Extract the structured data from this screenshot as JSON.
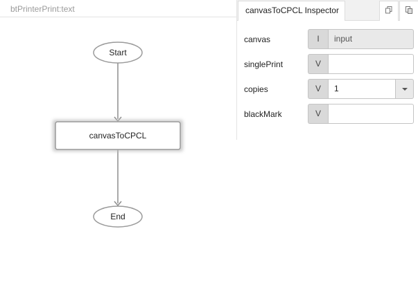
{
  "flow": {
    "title": "btPrinterPrint:text",
    "nodes": {
      "start": "Start",
      "action": "canvasToCPCL",
      "end": "End"
    }
  },
  "inspector": {
    "tab_title": "canvasToCPCL Inspector",
    "icons": {
      "copy": "copy-icon",
      "paste": "paste-icon"
    },
    "rows": [
      {
        "label": "canvas",
        "type": "I",
        "value": "input"
      },
      {
        "label": "singlePrint",
        "type": "V",
        "value": ""
      },
      {
        "label": "copies",
        "type": "V",
        "value": "1"
      },
      {
        "label": "blackMark",
        "type": "V",
        "value": ""
      }
    ]
  }
}
